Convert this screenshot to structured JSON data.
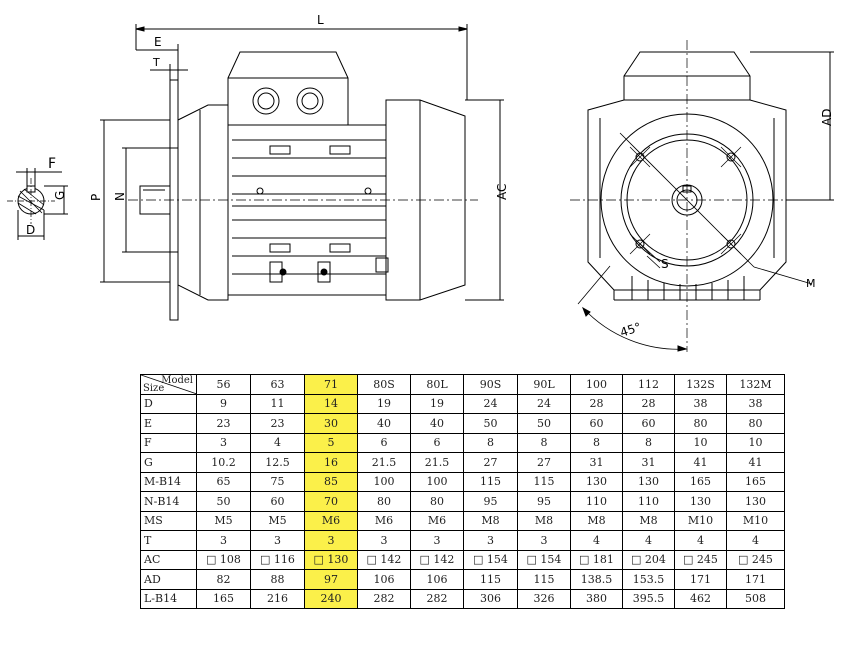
{
  "drawing": {
    "side_view_labels": {
      "overall_length": "L",
      "flange_offset": "E",
      "flange_thickness": "T",
      "flange_diameter": "P",
      "spigot_diameter": "N",
      "housing_diameter": "AC"
    },
    "shaft_section_labels": {
      "key_width": "F",
      "key_height": "G",
      "shaft_diameter": "D"
    },
    "front_view_labels": {
      "center_height": "AD",
      "bolt_hole": "S",
      "pitch_circle": "M",
      "angle": "45°"
    }
  },
  "table": {
    "corner_top": "Model",
    "corner_bottom": "Size",
    "models": [
      "56",
      "63",
      "71",
      "80S",
      "80L",
      "90S",
      "90L",
      "100",
      "112",
      "132S",
      "132M"
    ],
    "highlight_model_index": 2,
    "highlight_color": "#fbf04a",
    "rows": [
      {
        "label": "D",
        "values": [
          "9",
          "11",
          "14",
          "19",
          "19",
          "24",
          "24",
          "28",
          "28",
          "38",
          "38"
        ]
      },
      {
        "label": "E",
        "values": [
          "23",
          "23",
          "30",
          "40",
          "40",
          "50",
          "50",
          "60",
          "60",
          "80",
          "80"
        ]
      },
      {
        "label": "F",
        "values": [
          "3",
          "4",
          "5",
          "6",
          "6",
          "8",
          "8",
          "8",
          "8",
          "10",
          "10"
        ]
      },
      {
        "label": "G",
        "values": [
          "10.2",
          "12.5",
          "16",
          "21.5",
          "21.5",
          "27",
          "27",
          "31",
          "31",
          "41",
          "41"
        ]
      },
      {
        "label": "M-B14",
        "values": [
          "65",
          "75",
          "85",
          "100",
          "100",
          "115",
          "115",
          "130",
          "130",
          "165",
          "165"
        ]
      },
      {
        "label": "N-B14",
        "values": [
          "50",
          "60",
          "70",
          "80",
          "80",
          "95",
          "95",
          "110",
          "110",
          "130",
          "130"
        ]
      },
      {
        "label": "MS",
        "values": [
          "M5",
          "M5",
          "M6",
          "M6",
          "M6",
          "M8",
          "M8",
          "M8",
          "M8",
          "M10",
          "M10"
        ]
      },
      {
        "label": "T",
        "values": [
          "3",
          "3",
          "3",
          "3",
          "3",
          "3",
          "3",
          "4",
          "4",
          "4",
          "4"
        ]
      },
      {
        "label": "AC",
        "values": [
          "□ 108",
          "□ 116",
          "□ 130",
          "□ 142",
          "□ 142",
          "□ 154",
          "□ 154",
          "□ 181",
          "□ 204",
          "□ 245",
          "□ 245"
        ]
      },
      {
        "label": "AD",
        "values": [
          "82",
          "88",
          "97",
          "106",
          "106",
          "115",
          "115",
          "138.5",
          "153.5",
          "171",
          "171"
        ]
      },
      {
        "label": "L-B14",
        "values": [
          "165",
          "216",
          "240",
          "282",
          "282",
          "306",
          "326",
          "380",
          "395.5",
          "462",
          "508"
        ]
      }
    ]
  }
}
